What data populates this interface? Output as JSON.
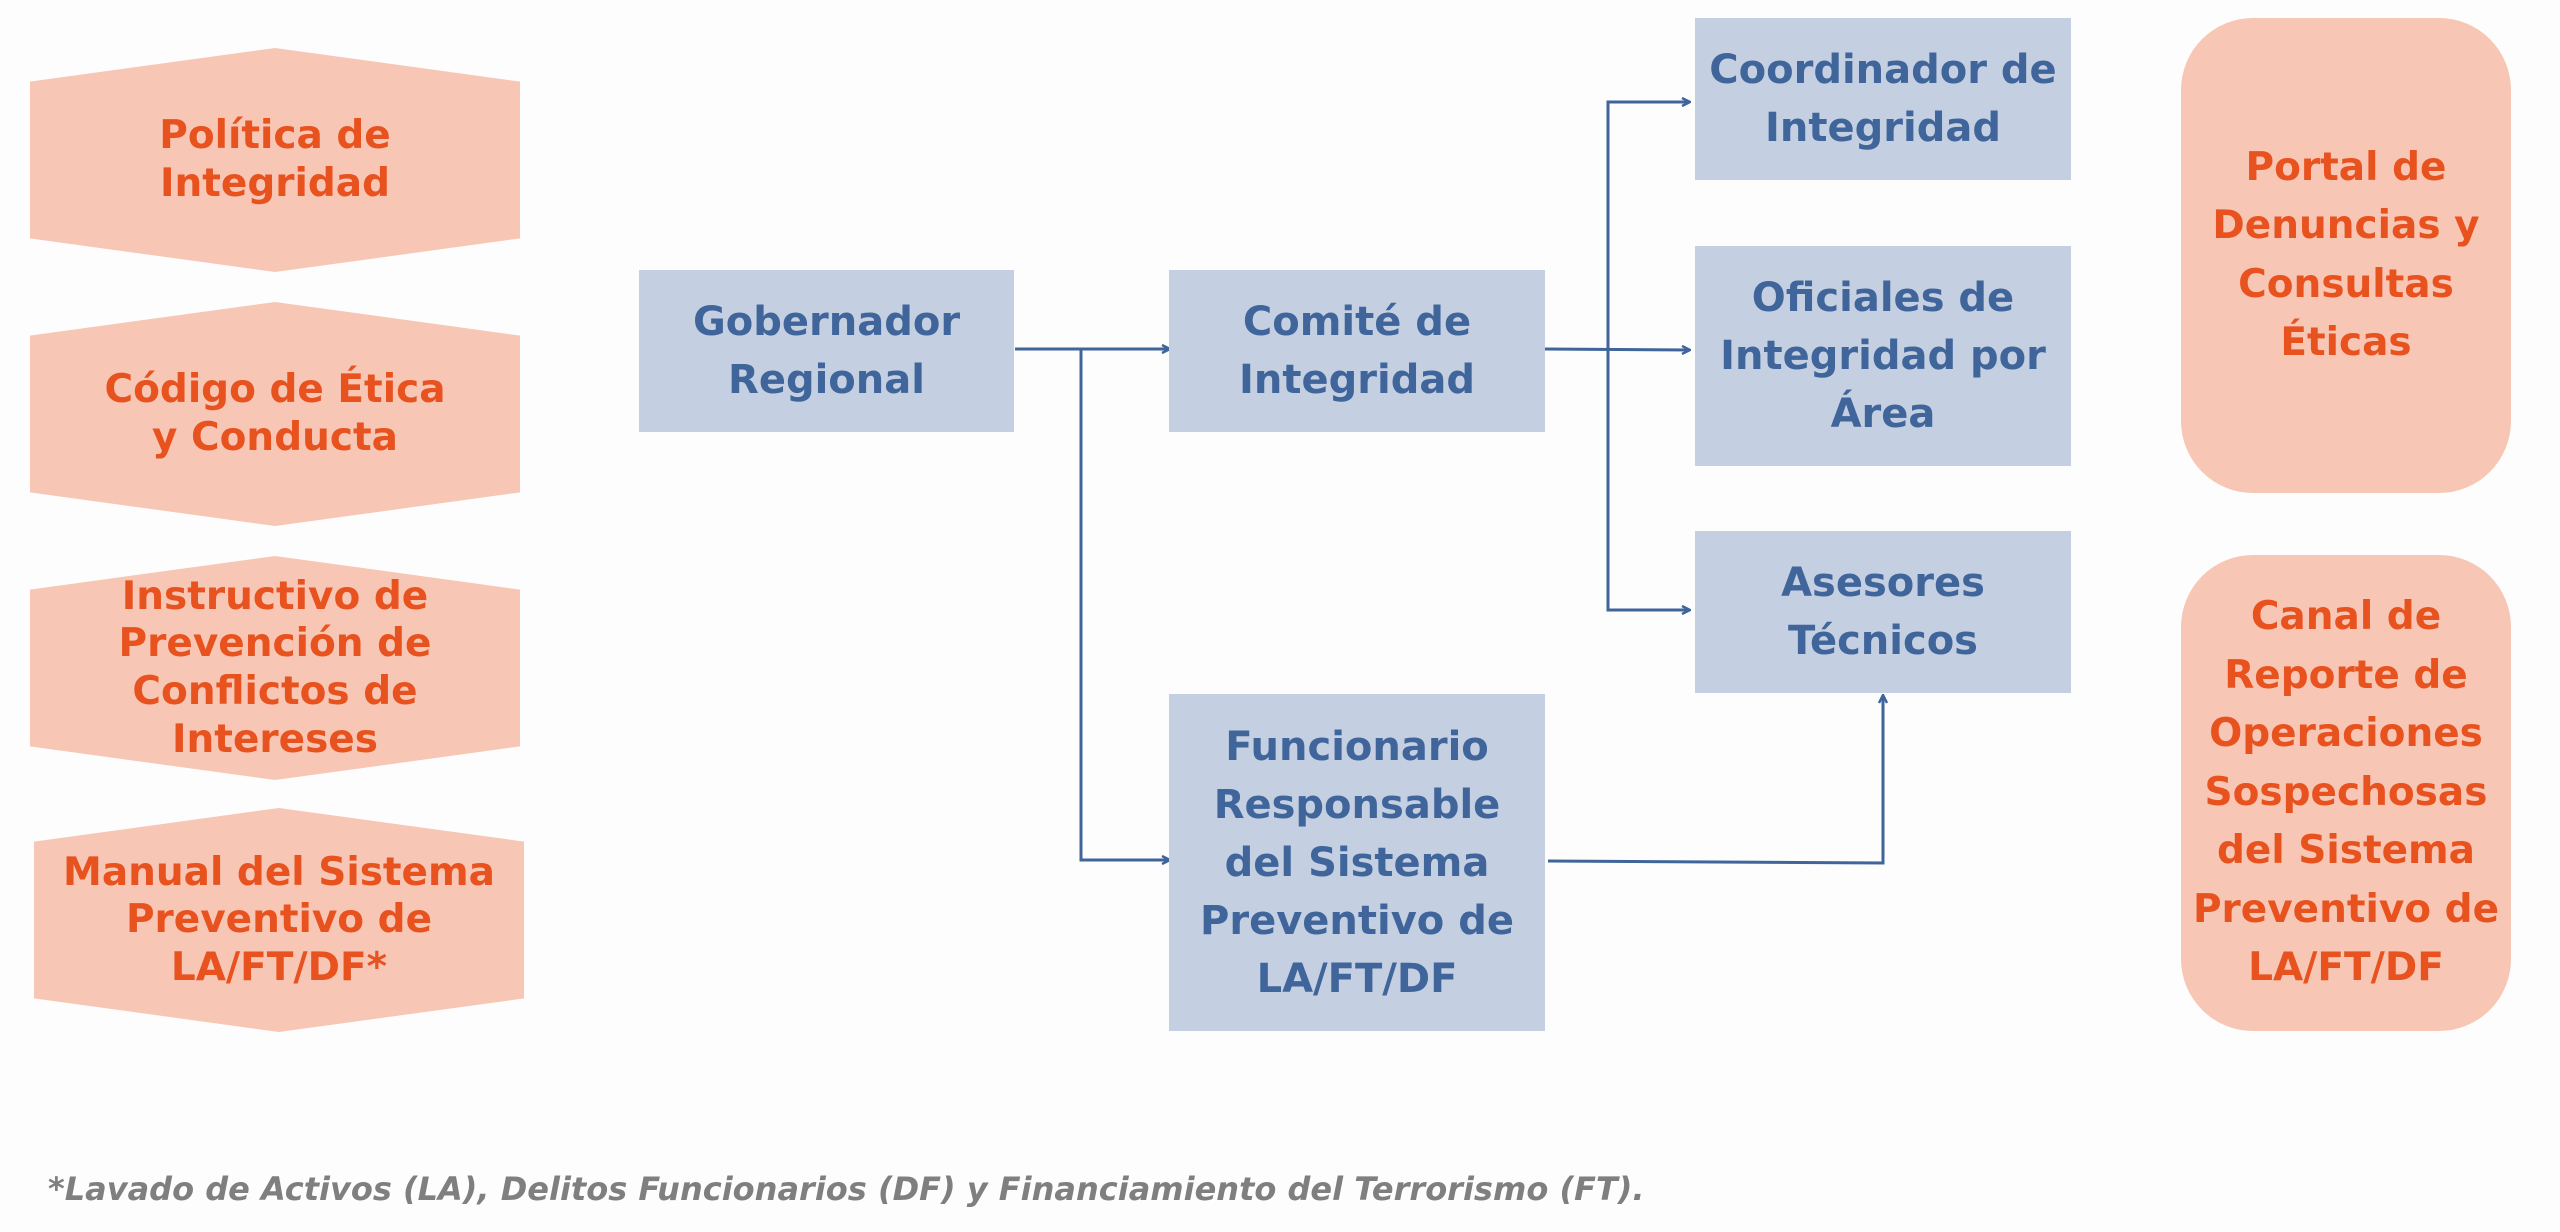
{
  "documents": [
    {
      "label": "Política de\nIntegridad"
    },
    {
      "label": "Código de Ética\ny Conducta"
    },
    {
      "label": "Instructivo de\nPrevención de\nConflictos de Intereses"
    },
    {
      "label": "Manual del Sistema\nPreventivo de\nLA/FT/DF*"
    }
  ],
  "org": {
    "gobernador": "Gobernador\nRegional",
    "comite": "Comité de\nIntegridad",
    "funcionario": "Funcionario\nResponsable\ndel Sistema\nPreventivo de\nLA/FT/DF",
    "coordinador": "Coordinador de\nIntegridad",
    "oficiales": "Oficiales de\nIntegridad por\nÁrea",
    "asesores": "Asesores\nTécnicos"
  },
  "channels": [
    {
      "label": "Portal de\nDenuncias y\nConsultas\nÉticas"
    },
    {
      "label": "Canal de\nReporte de\nOperaciones\nSospechosas\ndel Sistema\nPreventivo de\nLA/FT/DF"
    }
  ],
  "footnote": "*Lavado de Activos (LA), Delitos Funcionarios (DF) y Financiamiento del Terrorismo (FT).",
  "colors": {
    "document_fill": "#f7c6b4",
    "document_text": "#e8521f",
    "org_fill": "#c4cfe1",
    "org_text": "#3f659b",
    "connector": "#3f659b",
    "footnote": "#7f7f7f"
  }
}
